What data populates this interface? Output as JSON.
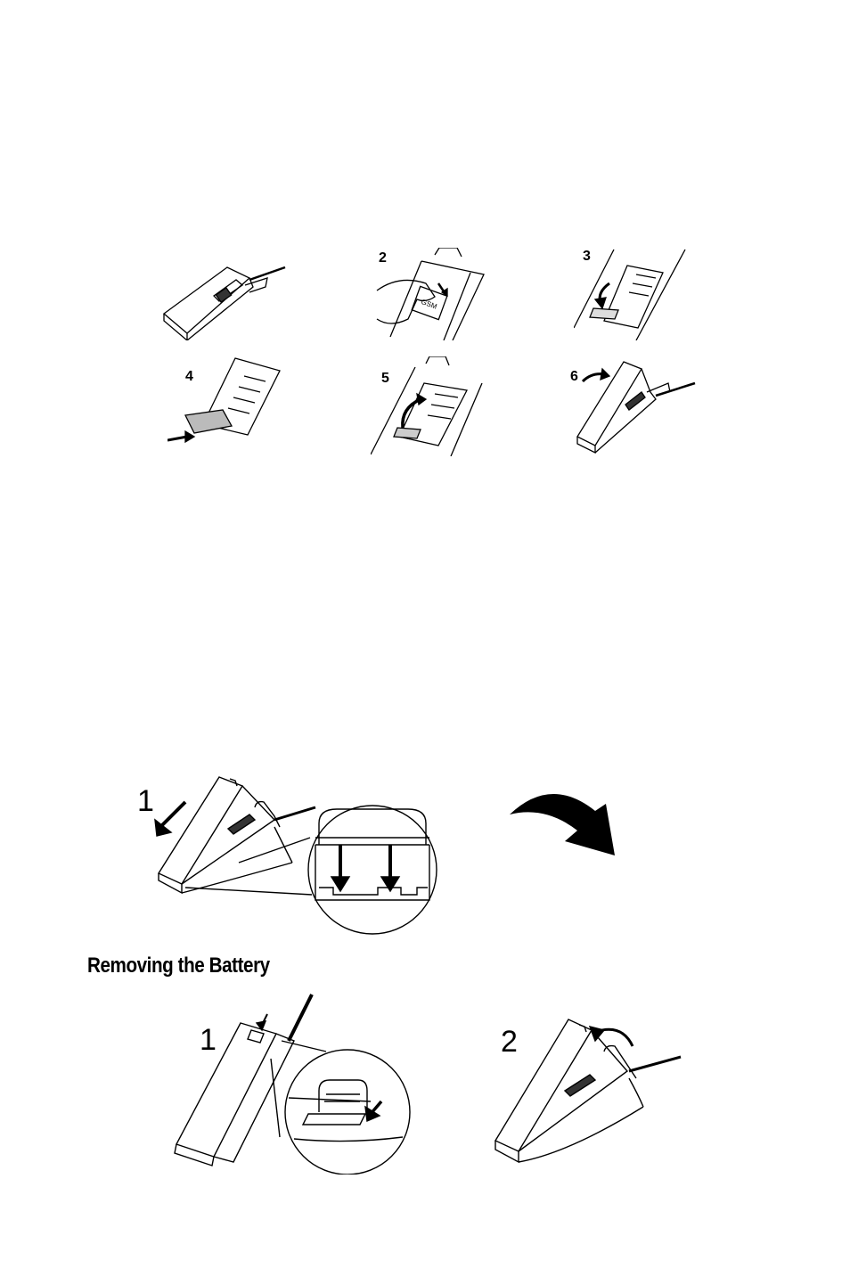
{
  "sim_steps": [
    "2",
    "3",
    "4",
    "5",
    "6"
  ],
  "attach_step": "1",
  "section_heading": "Removing the Battery",
  "remove_steps": [
    "1",
    "2"
  ],
  "sim_card_label": "GSM"
}
